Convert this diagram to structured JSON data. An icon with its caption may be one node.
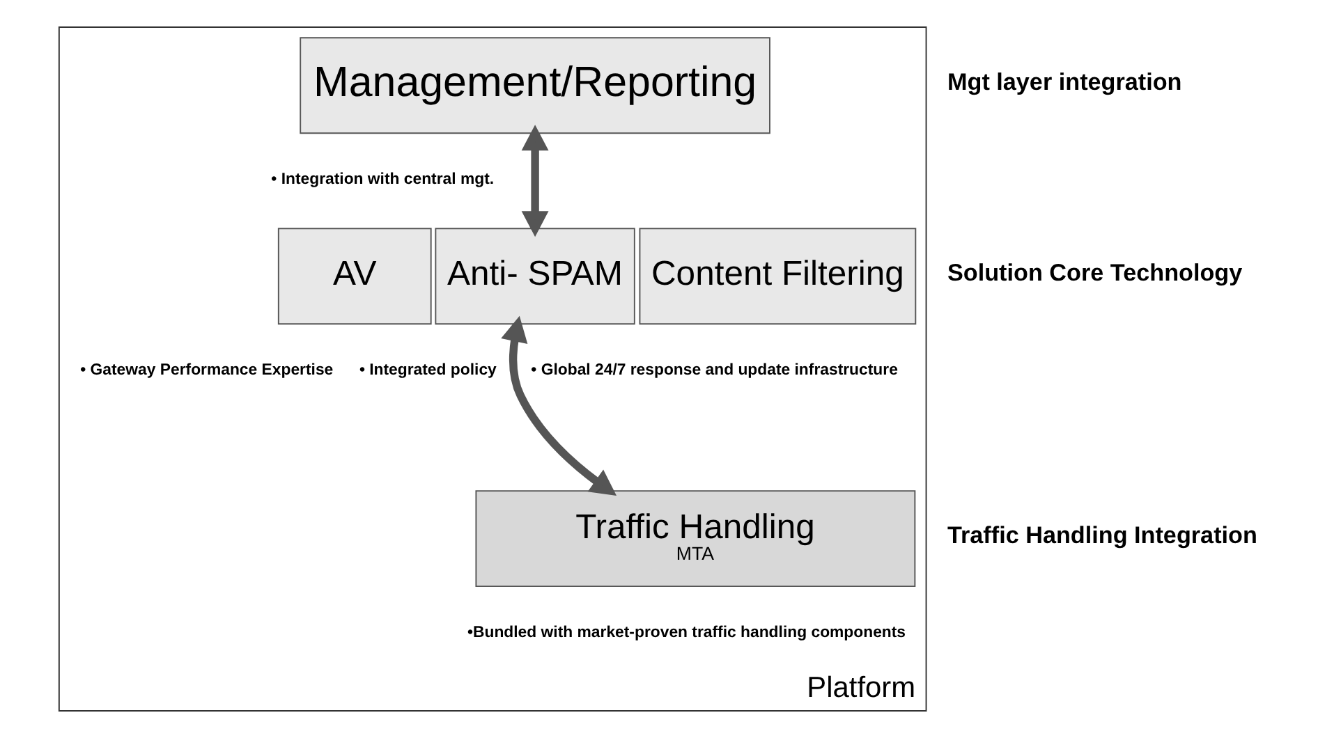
{
  "diagram": {
    "nodes": [
      {
        "text": [
          "Platform"
        ]
      },
      {
        "text": [
          "Management/Reporting"
        ],
        "in": 0
      },
      {
        "text": [
          "AV"
        ],
        "in": 0
      },
      {
        "text": [
          "Anti- SPAM"
        ],
        "in": 0
      },
      {
        "text": [
          "Content Filtering"
        ],
        "in": 0
      },
      {
        "text": [
          "Traffic Handling",
          "MTA"
        ],
        "in": 0
      }
    ],
    "edges": [
      {
        "from": 1,
        "to": 3,
        "arrow": "both"
      },
      {
        "from": 3,
        "to": 5,
        "arrow": "both"
      }
    ],
    "labels": [
      "• Integration with central mgt.",
      "• Gateway Performance Expertise",
      "• Integrated policy",
      "• Global 24/7 response and update infrastructure",
      "•Bundled with market-proven traffic handling components",
      "Mgt layer integration",
      "Solution Core Technology",
      "Traffic Handling Integration"
    ]
  }
}
